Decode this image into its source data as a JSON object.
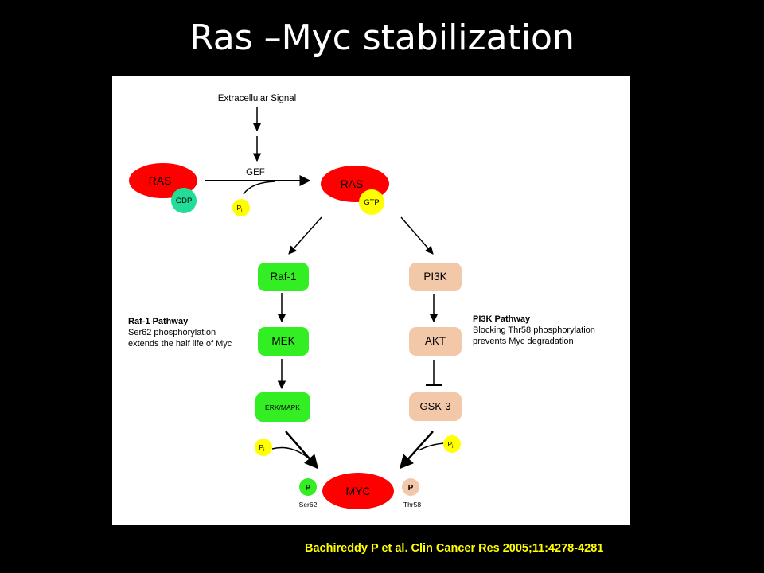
{
  "slide": {
    "title": "Ras –Myc stabilization",
    "citation": "Bachireddy P et al. Clin Cancer Res 2005;11:4278-4281"
  },
  "diagram": {
    "extracellular_signal": "Extracellular Signal",
    "gef": "GEF",
    "ras_inactive": {
      "label": "RAS",
      "bound": "GDP"
    },
    "ras_active": {
      "label": "RAS",
      "bound": "GTP"
    },
    "pi_main": "P",
    "pi_sub": "i",
    "raf1_pathway": {
      "heading": "Raf-1 Pathway",
      "line1": "Ser62 phosphorylation",
      "line2": "extends the half life of Myc",
      "nodes": [
        "Raf-1",
        "MEK",
        "ERK/MAPK"
      ]
    },
    "pi3k_pathway": {
      "heading": "PI3K Pathway",
      "line1": "Blocking Thr58 phosphorylation",
      "line2": "prevents Myc degradation",
      "nodes": [
        "PI3K",
        "AKT",
        "GSK-3"
      ]
    },
    "myc": {
      "label": "MYC",
      "left_site": {
        "badge": "P",
        "residue": "Ser62"
      },
      "right_site": {
        "badge": "P",
        "residue": "Thr58"
      }
    },
    "colors": {
      "ras_red": "#ff0000",
      "gdp_teal": "#22dd99",
      "gtp_yellow": "#ffff00",
      "raf_green": "#33ee22",
      "pi3k_tan": "#f2c8a8"
    }
  }
}
